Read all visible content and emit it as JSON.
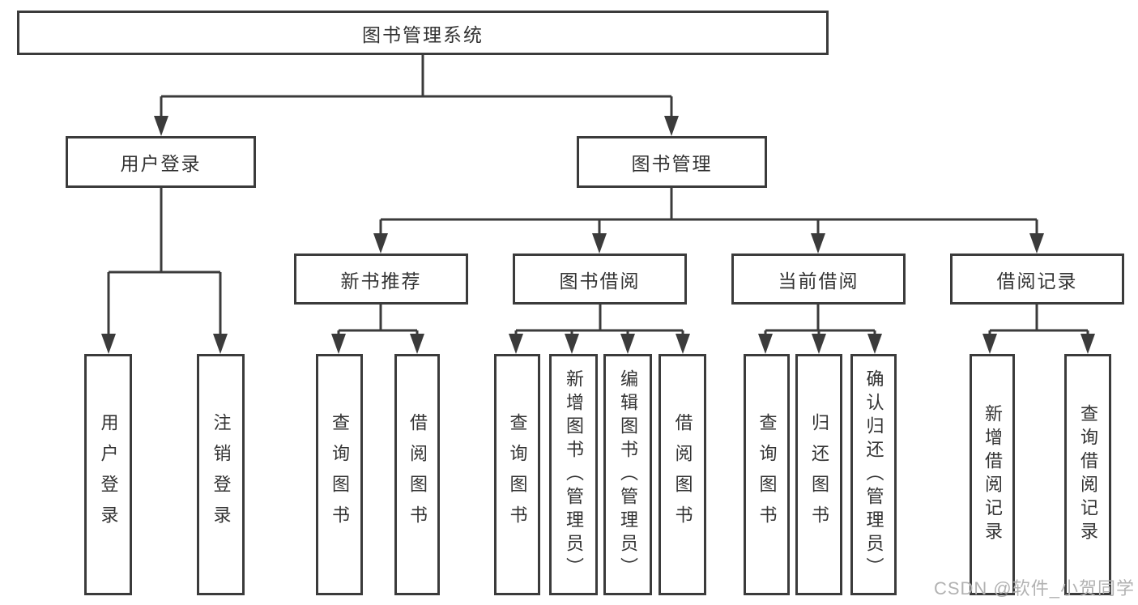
{
  "tree": {
    "label": "图书管理系统",
    "children": [
      {
        "label": "用户登录",
        "children": [
          {
            "label": "用户登录"
          },
          {
            "label": "注销登录"
          }
        ]
      },
      {
        "label": "图书管理",
        "children": [
          {
            "label": "新书推荐",
            "children": [
              {
                "label": "查询图书"
              },
              {
                "label": "借阅图书"
              }
            ]
          },
          {
            "label": "图书借阅",
            "children": [
              {
                "label": "查询图书"
              },
              {
                "label": "新增图书（管理员）"
              },
              {
                "label": "编辑图书（管理员）"
              },
              {
                "label": "借阅图书"
              }
            ]
          },
          {
            "label": "当前借阅",
            "children": [
              {
                "label": "查询图书"
              },
              {
                "label": "归还图书"
              },
              {
                "label": "确认归还（管理员）"
              }
            ]
          },
          {
            "label": "借阅记录",
            "children": [
              {
                "label": "新增借阅记录"
              },
              {
                "label": "查询借阅记录"
              }
            ]
          }
        ]
      }
    ]
  },
  "watermark": "CSDN @软件_小贺同学",
  "colors": {
    "line": "#3b3b3b",
    "text": "#333333",
    "watermark": "#b2b2b2",
    "background": "#ffffff"
  }
}
